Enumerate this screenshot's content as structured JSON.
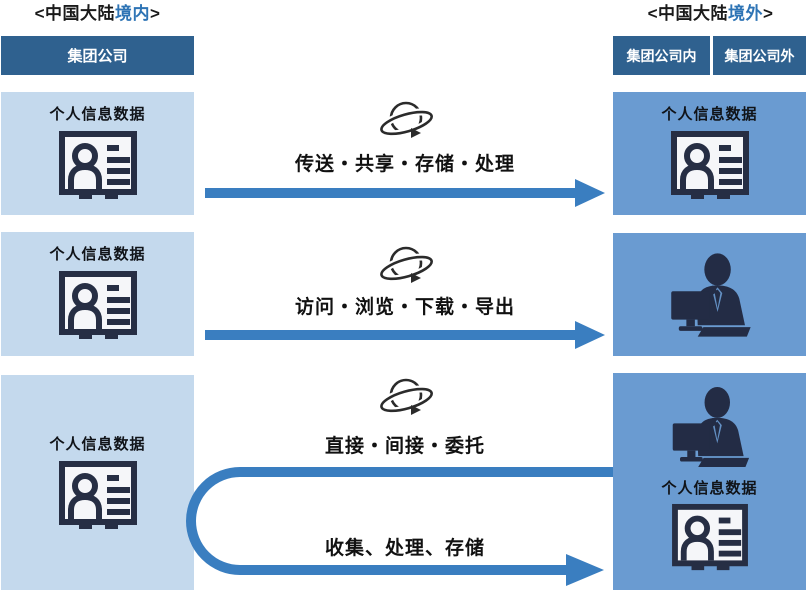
{
  "titles": {
    "left": {
      "prefix": "<中国大陆",
      "accent": "境内",
      "suffix": ">"
    },
    "right": {
      "prefix": "<中国大陆",
      "accent": "境外",
      "suffix": ">"
    }
  },
  "headers": {
    "group_company": "集团公司",
    "group_company_inner": "集团公司内",
    "group_company_outer": "集团公司外"
  },
  "data_box_label": "个人信息数据",
  "flows": [
    {
      "label": "传送・共享・存储・处理"
    },
    {
      "label": "访问・浏览・下载・导出"
    },
    {
      "label": "直接・间接・委托",
      "return_label": "收集、处理、存储"
    }
  ],
  "icons": {
    "globe": "globe-rotation-icon",
    "id_card": "personal-data-card-icon",
    "operator": "person-at-computer-icon"
  },
  "colors": {
    "header_bar": "#2F618F",
    "left_box": "#C4D9ED",
    "right_box": "#6A9BD1",
    "arrow": "#3A7EC0",
    "title_accent": "#2E74B5",
    "icon_dark": "#262E44"
  }
}
